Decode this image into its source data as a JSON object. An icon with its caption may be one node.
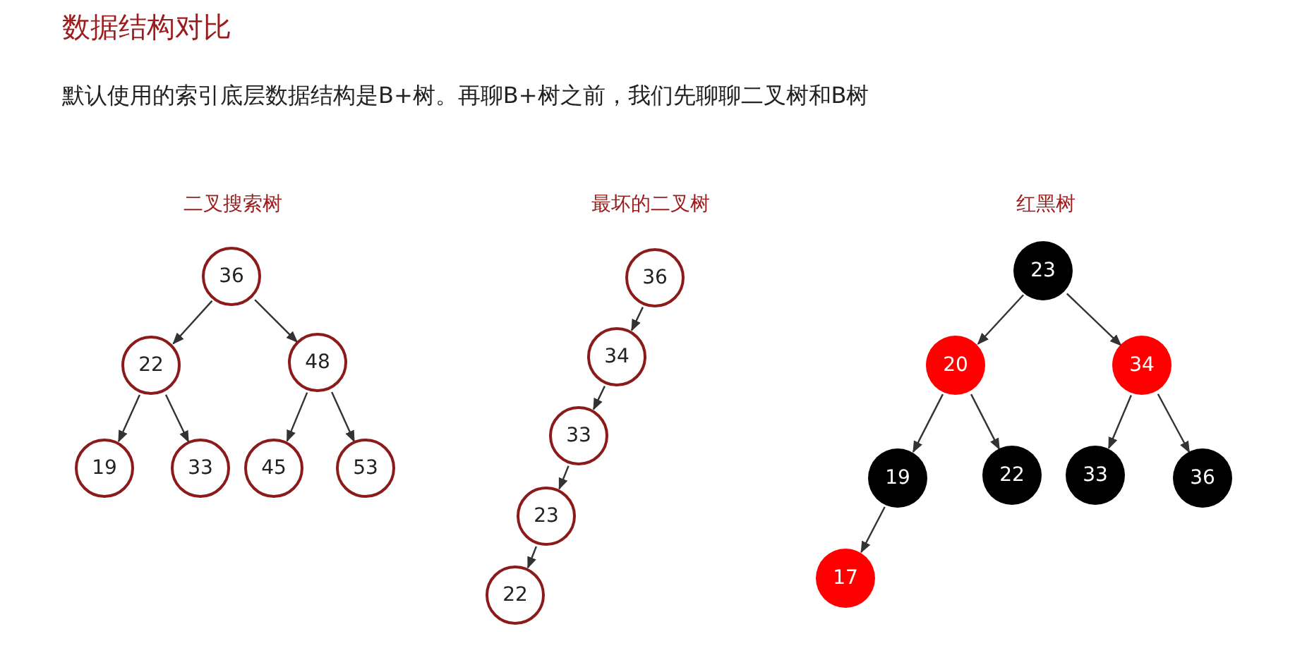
{
  "diagram": {
    "title": "数据结构对比",
    "caption": "默认使用的索引底层数据结构是B+树。再聊B+树之前，我们先聊聊二叉树和B树",
    "labels": [
      "二叉搜索树",
      "最坏的二叉树",
      "红黑树"
    ],
    "nodes": [
      {
        "text": [
          "36"
        ]
      },
      {
        "text": [
          "22"
        ]
      },
      {
        "text": [
          "48"
        ]
      },
      {
        "text": [
          "19"
        ]
      },
      {
        "text": [
          "33"
        ]
      },
      {
        "text": [
          "45"
        ]
      },
      {
        "text": [
          "53"
        ]
      },
      {
        "text": [
          "36"
        ]
      },
      {
        "text": [
          "34"
        ]
      },
      {
        "text": [
          "33"
        ]
      },
      {
        "text": [
          "23"
        ]
      },
      {
        "text": [
          "22"
        ]
      },
      {
        "text": [
          "23"
        ]
      },
      {
        "text": [
          "20"
        ]
      },
      {
        "text": [
          "34"
        ]
      },
      {
        "text": [
          "19"
        ]
      },
      {
        "text": [
          "22"
        ]
      },
      {
        "text": [
          "33"
        ]
      },
      {
        "text": [
          "36"
        ]
      },
      {
        "text": [
          "17"
        ]
      }
    ],
    "edges": [
      {
        "from": 0,
        "to": 1,
        "arrow": "to"
      },
      {
        "from": 0,
        "to": 2,
        "arrow": "to"
      },
      {
        "from": 1,
        "to": 3,
        "arrow": "to"
      },
      {
        "from": 1,
        "to": 4,
        "arrow": "to"
      },
      {
        "from": 2,
        "to": 5,
        "arrow": "to"
      },
      {
        "from": 2,
        "to": 6,
        "arrow": "to"
      },
      {
        "from": 7,
        "to": 8,
        "arrow": "to"
      },
      {
        "from": 8,
        "to": 9,
        "arrow": "to"
      },
      {
        "from": 9,
        "to": 10,
        "arrow": "to"
      },
      {
        "from": 10,
        "to": 11,
        "arrow": "to"
      },
      {
        "from": 12,
        "to": 13,
        "arrow": "to"
      },
      {
        "from": 12,
        "to": 14,
        "arrow": "to"
      },
      {
        "from": 13,
        "to": 15,
        "arrow": "to"
      },
      {
        "from": 13,
        "to": 16,
        "arrow": "to"
      },
      {
        "from": 14,
        "to": 17,
        "arrow": "to"
      },
      {
        "from": 14,
        "to": 18,
        "arrow": "to"
      },
      {
        "from": 15,
        "to": 19,
        "arrow": "to"
      }
    ]
  }
}
